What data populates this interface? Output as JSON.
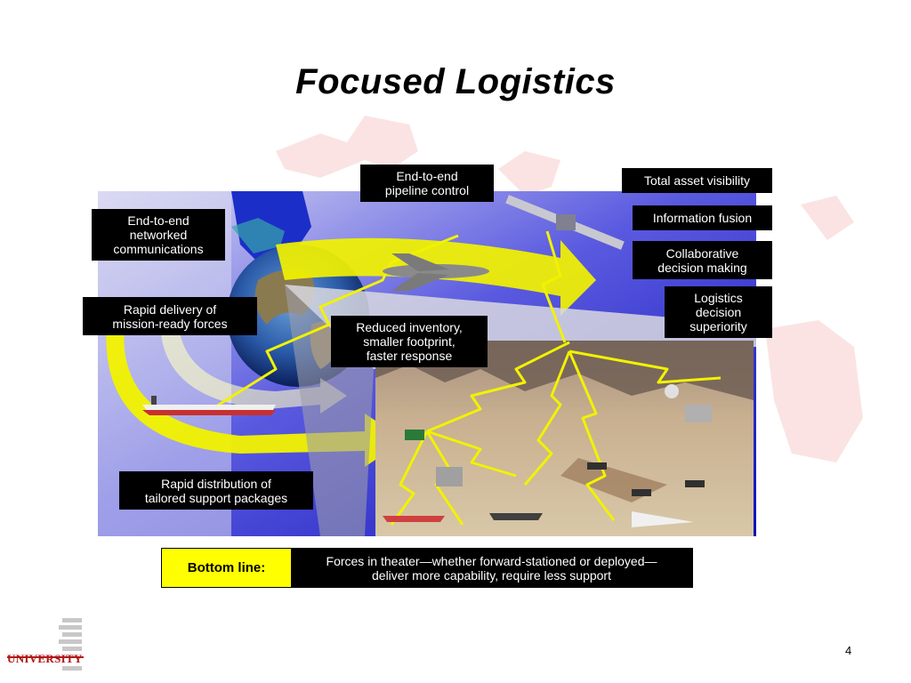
{
  "slide": {
    "title": "Focused Logistics",
    "page_number": "4"
  },
  "labels": {
    "pipeline": "End-to-end\npipeline control",
    "networked": "End-to-end\nnetworked\ncommunications",
    "rapid_delivery": "Rapid delivery of\nmission-ready forces",
    "reduced_inventory": "Reduced inventory,\nsmaller footprint,\nfaster response",
    "rapid_distribution": "Rapid distribution of\ntailored support packages",
    "asset_visibility": "Total asset visibility",
    "info_fusion": "Information fusion",
    "collab": "Collaborative\ndecision making",
    "log_superiority": "Logistics\ndecision\nsuperiority"
  },
  "bottom_line": {
    "key": "Bottom line:",
    "text": "Forces in theater—whether forward-stationed or deployed—\ndeliver more capability, require less support"
  },
  "logo": {
    "text": "UNIVERSITY"
  },
  "colors": {
    "label_bg": "#000000",
    "arrow_yellow": "#f2f200",
    "bottom_key_bg": "#ffff00",
    "sky_blue": "#1818c8",
    "watermark": "#fbe3e3",
    "logo_red": "#b01818"
  }
}
